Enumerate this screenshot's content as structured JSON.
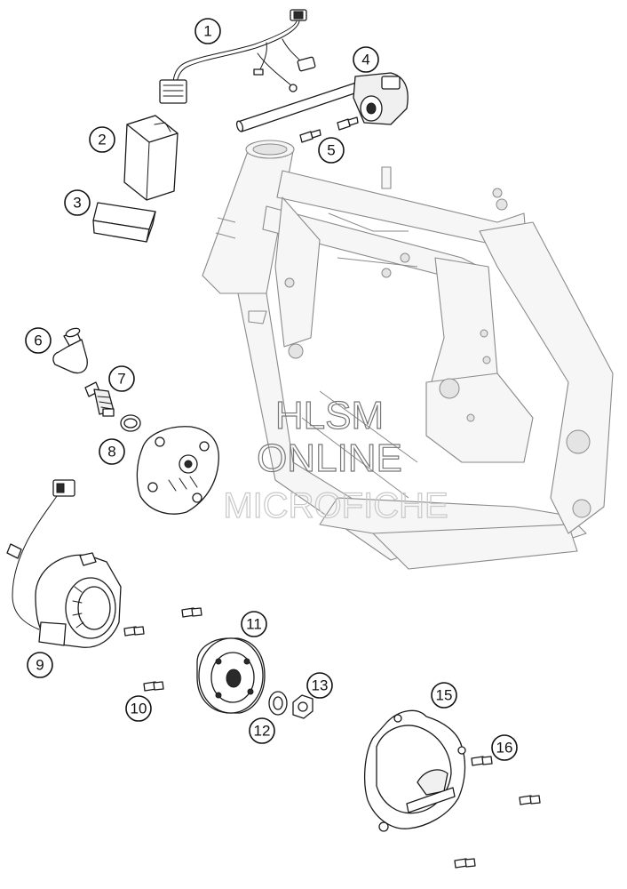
{
  "diagram": {
    "callouts": [
      "1",
      "2",
      "3",
      "4",
      "5",
      "6",
      "7",
      "8",
      "9",
      "10",
      "11",
      "12",
      "13",
      "15",
      "16"
    ]
  },
  "watermark": {
    "line1": "HLSM",
    "line2": "ONLINE",
    "line3": "MICROFICHE"
  },
  "colors": {
    "part_outline": "#1a1a1a",
    "frame_outline": "#8a8a8a",
    "background": "#ffffff",
    "watermark": "#777777"
  }
}
